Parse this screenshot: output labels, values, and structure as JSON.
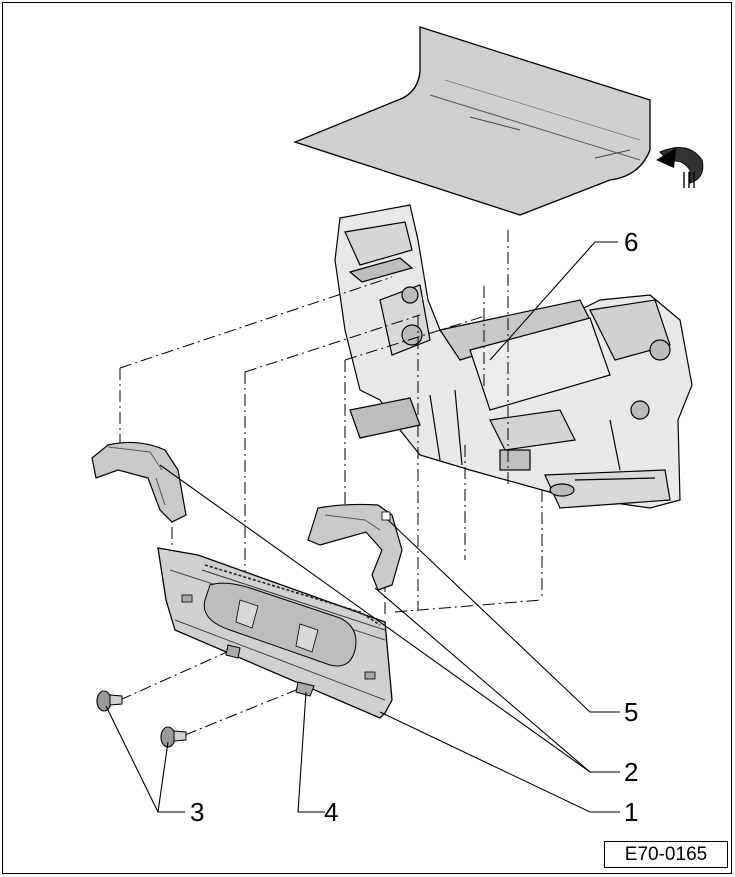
{
  "figure": {
    "id": "E70-0165",
    "callouts": [
      {
        "number": "1",
        "part": "trim-panel"
      },
      {
        "number": "2",
        "part": "side-covers"
      },
      {
        "number": "3",
        "part": "screws"
      },
      {
        "number": "4",
        "part": "clip"
      },
      {
        "number": "5",
        "part": "clip"
      },
      {
        "number": "6",
        "part": "body-mount"
      }
    ],
    "icons": [
      "rotate-arrow-icon"
    ],
    "colors": {
      "line": "#000000",
      "panel_fill": "#d0d0d0",
      "panel_shade": "#a8a8a8",
      "background": "#ffffff"
    }
  }
}
